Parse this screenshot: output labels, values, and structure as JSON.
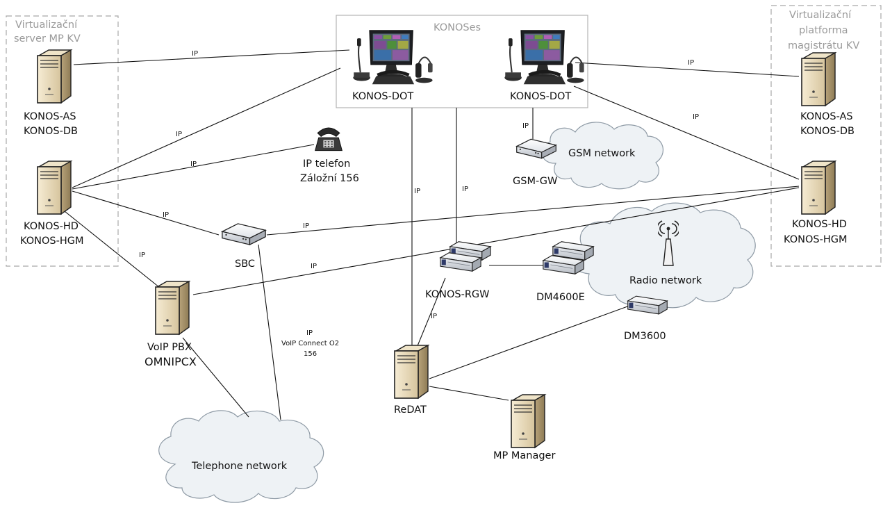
{
  "regions": {
    "left_title_1": "Virtualizační",
    "left_title_2": "server MP KV",
    "right_title_1": "Virtualizační",
    "right_title_2": "platforma",
    "right_title_3": "magistrátu KV",
    "top_title": "KONOSes"
  },
  "nodes": {
    "dot_left": "KONOS-DOT",
    "dot_right": "KONOS-DOT",
    "as_left_1": "KONOS-AS",
    "as_left_2": "KONOS-DB",
    "hd_left_1": "KONOS-HD",
    "hd_left_2": "KONOS-HGM",
    "as_right_1": "KONOS-AS",
    "as_right_2": "KONOS-DB",
    "hd_right_1": "KONOS-HD",
    "hd_right_2": "KONOS-HGM",
    "ip_phone_1": "IP telefon",
    "ip_phone_2": "Záložní 156",
    "gsm_gw": "GSM-GW",
    "sbc": "SBC",
    "voip_1": "VoIP PBX",
    "voip_2": "OMNIPCX",
    "rgw": "KONOS-RGW",
    "dm4600": "DM4600E",
    "dm3600": "DM3600",
    "redat": "ReDAT",
    "mp_manager": "MP Manager"
  },
  "clouds": {
    "gsm": "GSM network",
    "radio": "Radio network",
    "telephone": "Telephone network"
  },
  "link_labels": {
    "ip": "IP",
    "voip_connect": "VoIP Connect O2",
    "voip_connect_num": "156"
  }
}
